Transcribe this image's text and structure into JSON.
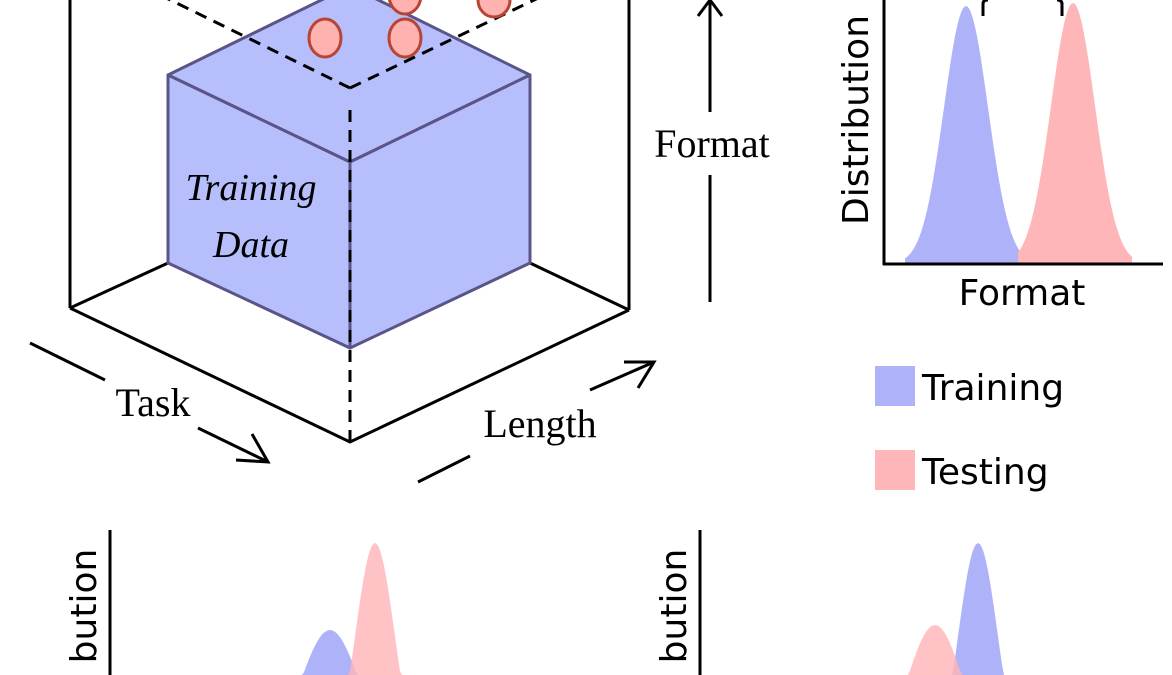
{
  "cube": {
    "label_line1": "Training",
    "label_line2": "Data"
  },
  "axes": {
    "format": "Format",
    "task": "Task",
    "length": "Length"
  },
  "top_plot": {
    "ylabel": "Distribution",
    "xlabel": "Format"
  },
  "bottom_plots": [
    {
      "ylabel": "bution"
    },
    {
      "ylabel": "bution"
    }
  ],
  "legend": {
    "items": [
      {
        "label": "Training",
        "color": "#aeb3f9"
      },
      {
        "label": "Testing",
        "color": "#ffb6b8"
      }
    ]
  },
  "colors": {
    "cube_fill": "#b6bffc",
    "cube_stroke": "#5a5488",
    "point_fill": "#ffb3b0",
    "point_stroke": "#b84433",
    "training": "#aeb3f9",
    "testing": "#ffb6b8"
  }
}
